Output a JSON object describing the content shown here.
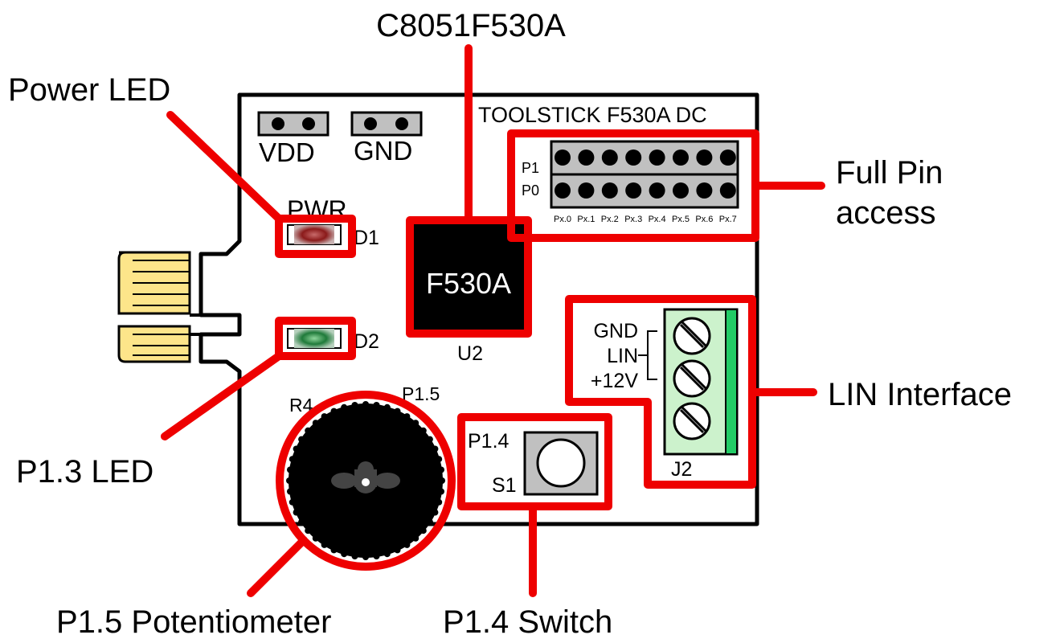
{
  "callouts": {
    "mcu": "C8051F530A",
    "power_led": "Power LED",
    "full_pin": [
      "Full Pin",
      "access"
    ],
    "lin_interface": "LIN Interface",
    "p13_led": "P1.3 LED",
    "potentiometer": "P1.5 Potentiometer",
    "switch": "P1.4 Switch"
  },
  "board": {
    "title": "TOOLSTICK F530A DC",
    "vdd": "VDD",
    "gnd": "GND",
    "pwr": "PWR",
    "d1": "D1",
    "d2": "D2",
    "chip_marking": "F530A",
    "u2": "U2",
    "r4": "R4",
    "p15": "P1.5",
    "p14": "P1.4",
    "s1": "S1",
    "j2": "J2",
    "header_rows": [
      "P1",
      "P0"
    ],
    "pin_labels": [
      "Px.0",
      "Px.1",
      "Px.2",
      "Px.3",
      "Px.4",
      "Px.5",
      "Px.6",
      "Px.7"
    ],
    "terminal_labels": [
      "GND",
      "LIN",
      "+12V"
    ]
  },
  "colors": {
    "highlight": "#ee0000",
    "outline": "#000000",
    "header_gray": "#c0c0c0",
    "connector_gold": "#fde58a",
    "terminal_green": "#ccf2cc",
    "terminal_strip": "#22cc66",
    "led_red": "#8b1a1a",
    "led_green": "#1f7a3a"
  }
}
